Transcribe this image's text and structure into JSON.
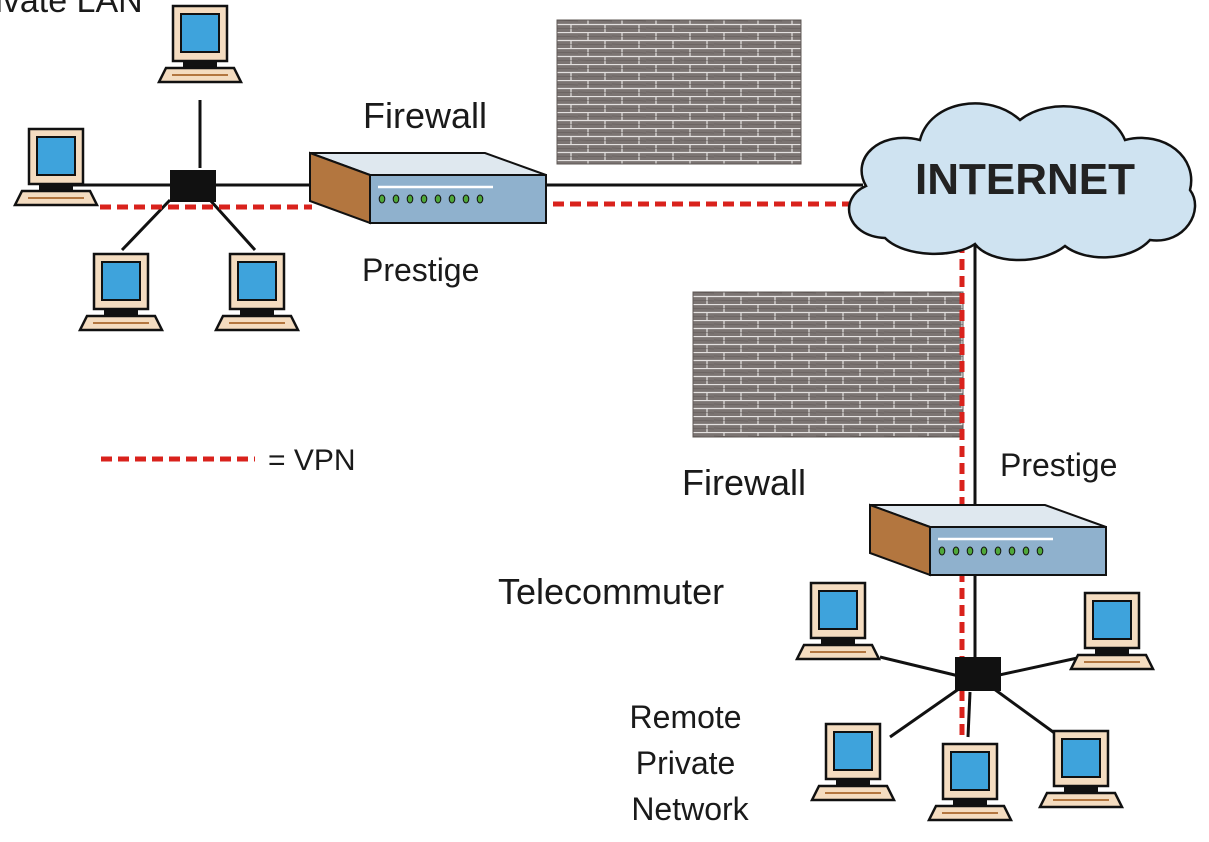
{
  "labels": {
    "private_lan": "Private LAN",
    "firewall": "Firewall",
    "prestige": "Prestige",
    "internet": "INTERNET",
    "vpn_legend": "= VPN",
    "telecommuter": "Telecommuter",
    "remote_private_network": [
      "Remote",
      "Private",
      "Network"
    ]
  },
  "colors": {
    "link": "#111111",
    "vpn": "#d9221c",
    "cloud": "#cfe3f1",
    "screen": "#3ea3dc",
    "monitor_frame": "#f4dcc0",
    "router_body": "#8fb1cd",
    "router_side": "#b3763f",
    "hub": "#111111",
    "brick": "#7b7472"
  },
  "icons": [
    "computer-icon",
    "router-icon",
    "firewall-icon",
    "cloud-icon",
    "hub-icon"
  ]
}
